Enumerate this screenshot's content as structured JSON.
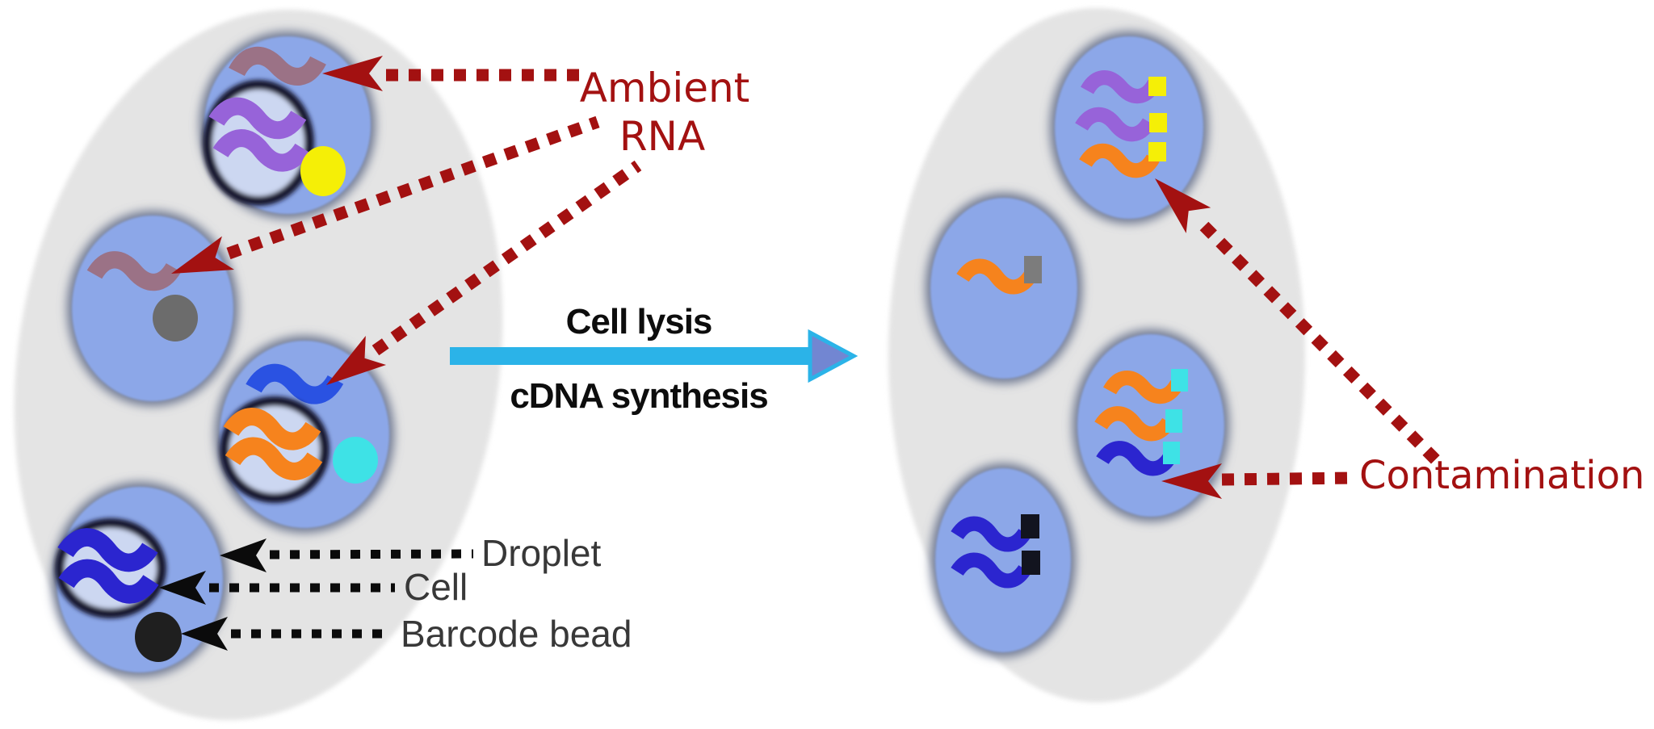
{
  "labels": {
    "ambient_line1": "Ambient",
    "ambient_line2": "RNA",
    "contamination": "Contamination",
    "cell_lysis": "Cell lysis",
    "cdna_synthesis": "cDNA synthesis",
    "droplet": "Droplet",
    "cell": "Cell",
    "barcode_bead": "Barcode bead"
  },
  "figure": {
    "left_panel": {
      "description": "Emulsion droplets before lysis",
      "droplets": [
        {
          "ambient_rna": "mauve",
          "cell_rna": "purple",
          "bead": "yellow"
        },
        {
          "ambient_rna": "mauve",
          "bead": "gray"
        },
        {
          "ambient_rna": "blue",
          "cell_rna": "orange",
          "bead": "cyan"
        },
        {
          "cell_rna": "deep-blue",
          "bead": "black"
        }
      ]
    },
    "right_panel": {
      "description": "Droplets after cell lysis and cDNA synthesis",
      "droplets": [
        {
          "rna": [
            "purple",
            "purple",
            "orange"
          ],
          "barcode_tags": "yellow",
          "contaminated_molecule": "orange"
        },
        {
          "rna": [
            "orange"
          ],
          "barcode_tags": "gray"
        },
        {
          "rna": [
            "orange",
            "orange",
            "deep-blue"
          ],
          "barcode_tags": "cyan",
          "contaminated_molecule": "deep-blue"
        },
        {
          "rna": [
            "deep-blue",
            "deep-blue"
          ],
          "barcode_tags": "black"
        }
      ]
    }
  },
  "colors": {
    "oil": "#e4e4e4",
    "droplet": "#8ca7e8",
    "droplet_edge": "#6e7892",
    "cell_fill": "#ccd7f1",
    "cell_ring": "#13132e",
    "purple": "#9763d9",
    "mauve": "#9b7286",
    "orange": "#f6831d",
    "blue_bright": "#2a52e2",
    "blue_deep": "#2b25cf",
    "yellow": "#f5ef06",
    "cyan": "#3ee2e6",
    "gray_bead": "#6c6c6c",
    "gray_tag": "#7c7c7c",
    "black_bead": "#1f1f1f",
    "black_tag": "#12141f",
    "dark_red": "#a31111",
    "arrow_cyan": "#2bb3e8",
    "arrow_head_fill": "#7286d2",
    "label_dark": "#383838",
    "text_black": "#0d0d0d"
  }
}
